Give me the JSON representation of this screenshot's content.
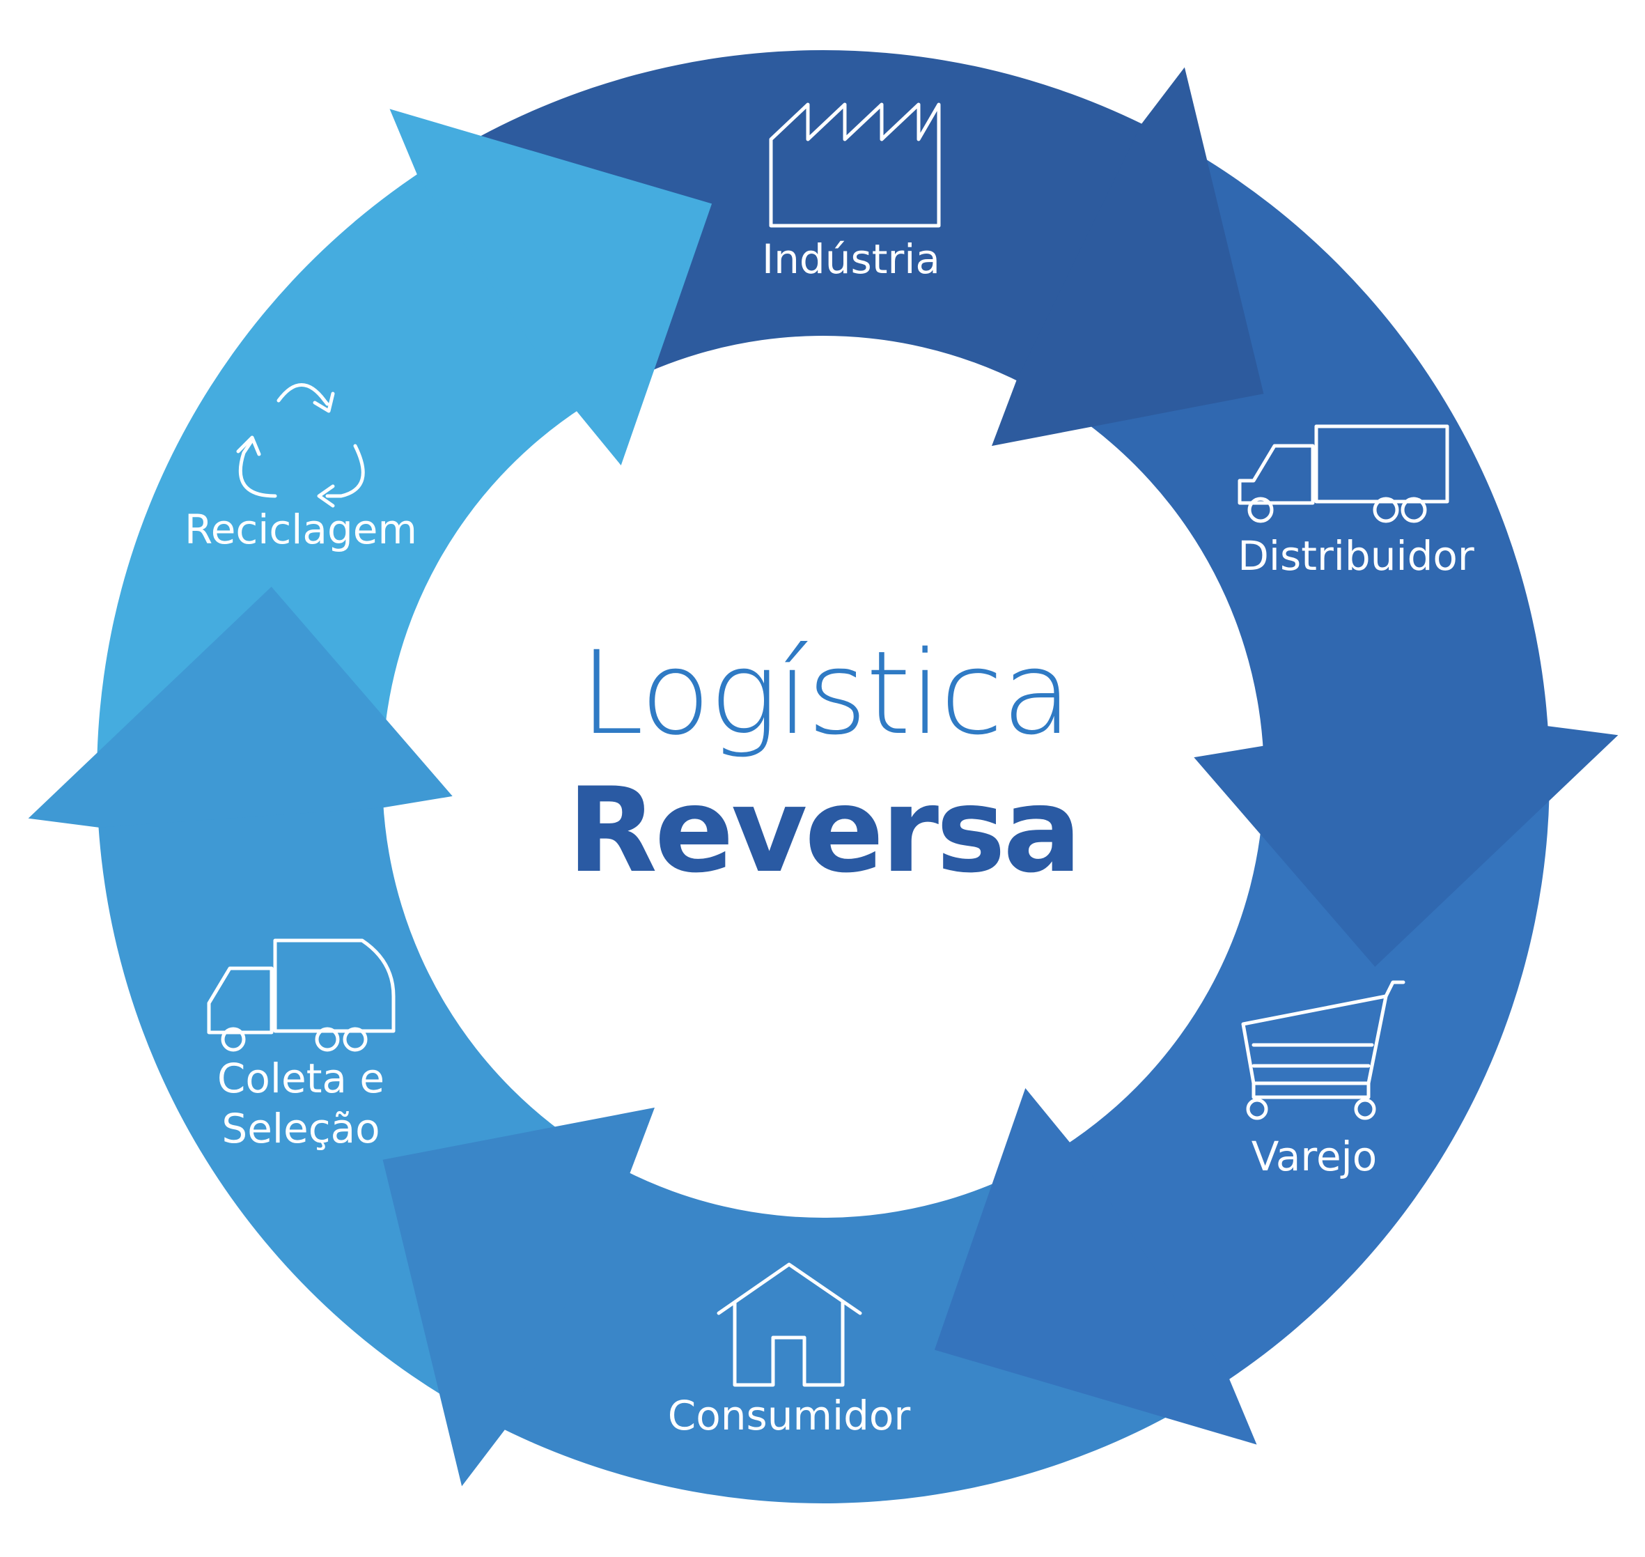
{
  "title": {
    "line1": "Logística",
    "line2": "Reversa"
  },
  "colors": {
    "title_light": "#2f7ac4",
    "title_bold": "#2a5aa3"
  },
  "stages": [
    {
      "label": "Indústria",
      "icon": "factory-icon",
      "color": "#2d5b9e"
    },
    {
      "label": "Distribuidor",
      "icon": "truck-icon",
      "color": "#3068b0"
    },
    {
      "label": "Varejo",
      "icon": "shopping-cart-icon",
      "color": "#3574bd"
    },
    {
      "label": "Consumidor",
      "icon": "house-icon",
      "color": "#3a86c8"
    },
    {
      "label": "Coleta e",
      "label2": "Seleção",
      "icon": "collection-truck-icon",
      "color": "#3f99d4"
    },
    {
      "label": "Reciclagem",
      "icon": "recycle-icon",
      "color": "#45acdf"
    }
  ]
}
